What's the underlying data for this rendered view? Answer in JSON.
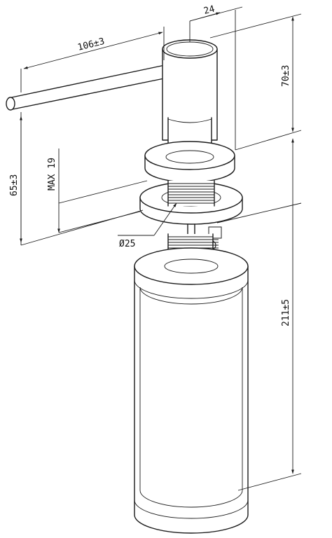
{
  "dimensions": {
    "spout_length": "106±3",
    "head_diameter": "24",
    "head_height": "70±3",
    "spout_height": "65±3",
    "max_thickness": "MAX 19",
    "thread_diameter": "Ø25",
    "bottle_height": "211±5"
  }
}
